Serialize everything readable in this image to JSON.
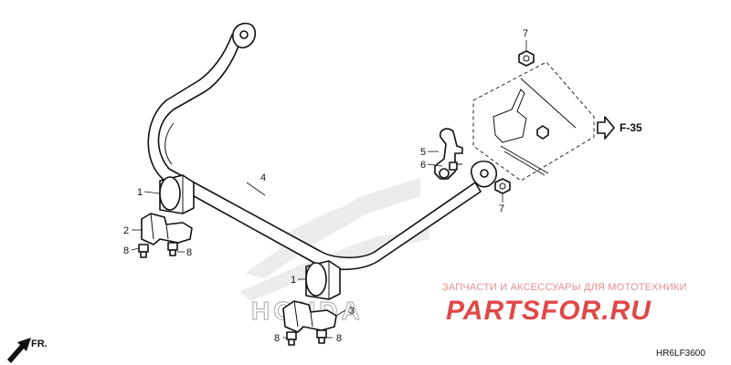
{
  "callouts": {
    "c1a": "1",
    "c1b": "1",
    "c2": "2",
    "c3": "3",
    "c4": "4",
    "c5": "5",
    "c6": "6",
    "c7a": "7",
    "c7b": "7",
    "c8a": "8",
    "c8b": "8",
    "c8c": "8",
    "c8d": "8"
  },
  "reference": {
    "label": "F-35"
  },
  "orientation": {
    "label": "FR."
  },
  "watermark": {
    "tagline": "ЗАПЧАСТИ И АКСЕССУАРЫ ДЛЯ МОТОТЕХНИКИ",
    "brand": "PARTSFOR.RU",
    "brand_color": "#e04848",
    "logo_word": "HONDA"
  },
  "diagram_code": "HR6LF3600",
  "icons": [
    "arrow-right-icon",
    "arrow-front-icon"
  ]
}
